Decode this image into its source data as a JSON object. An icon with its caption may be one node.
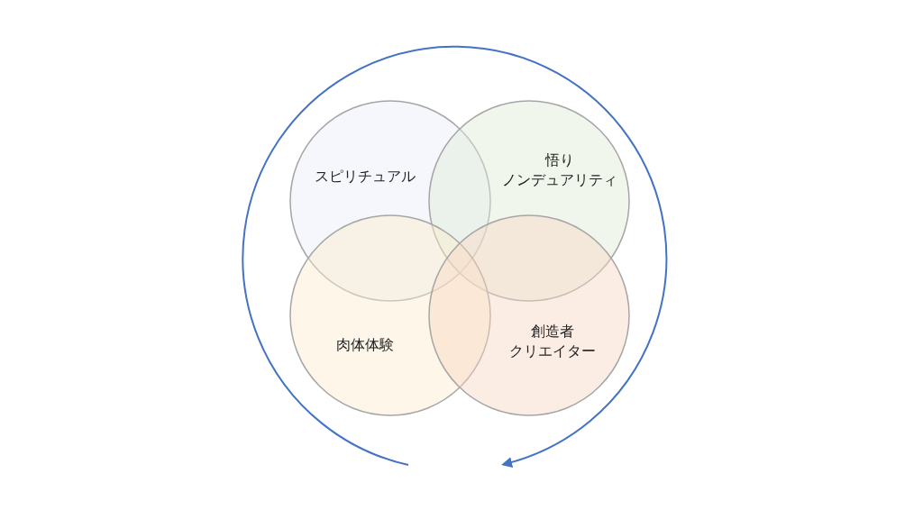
{
  "diagram": {
    "nodes": [
      {
        "text": [
          "スピリチュアル"
        ]
      },
      {
        "text": [
          "悟り",
          "ノンデュアリティ"
        ]
      },
      {
        "text": [
          "肉体体験"
        ]
      },
      {
        "text": [
          "創造者",
          "クリエイター"
        ]
      }
    ]
  }
}
